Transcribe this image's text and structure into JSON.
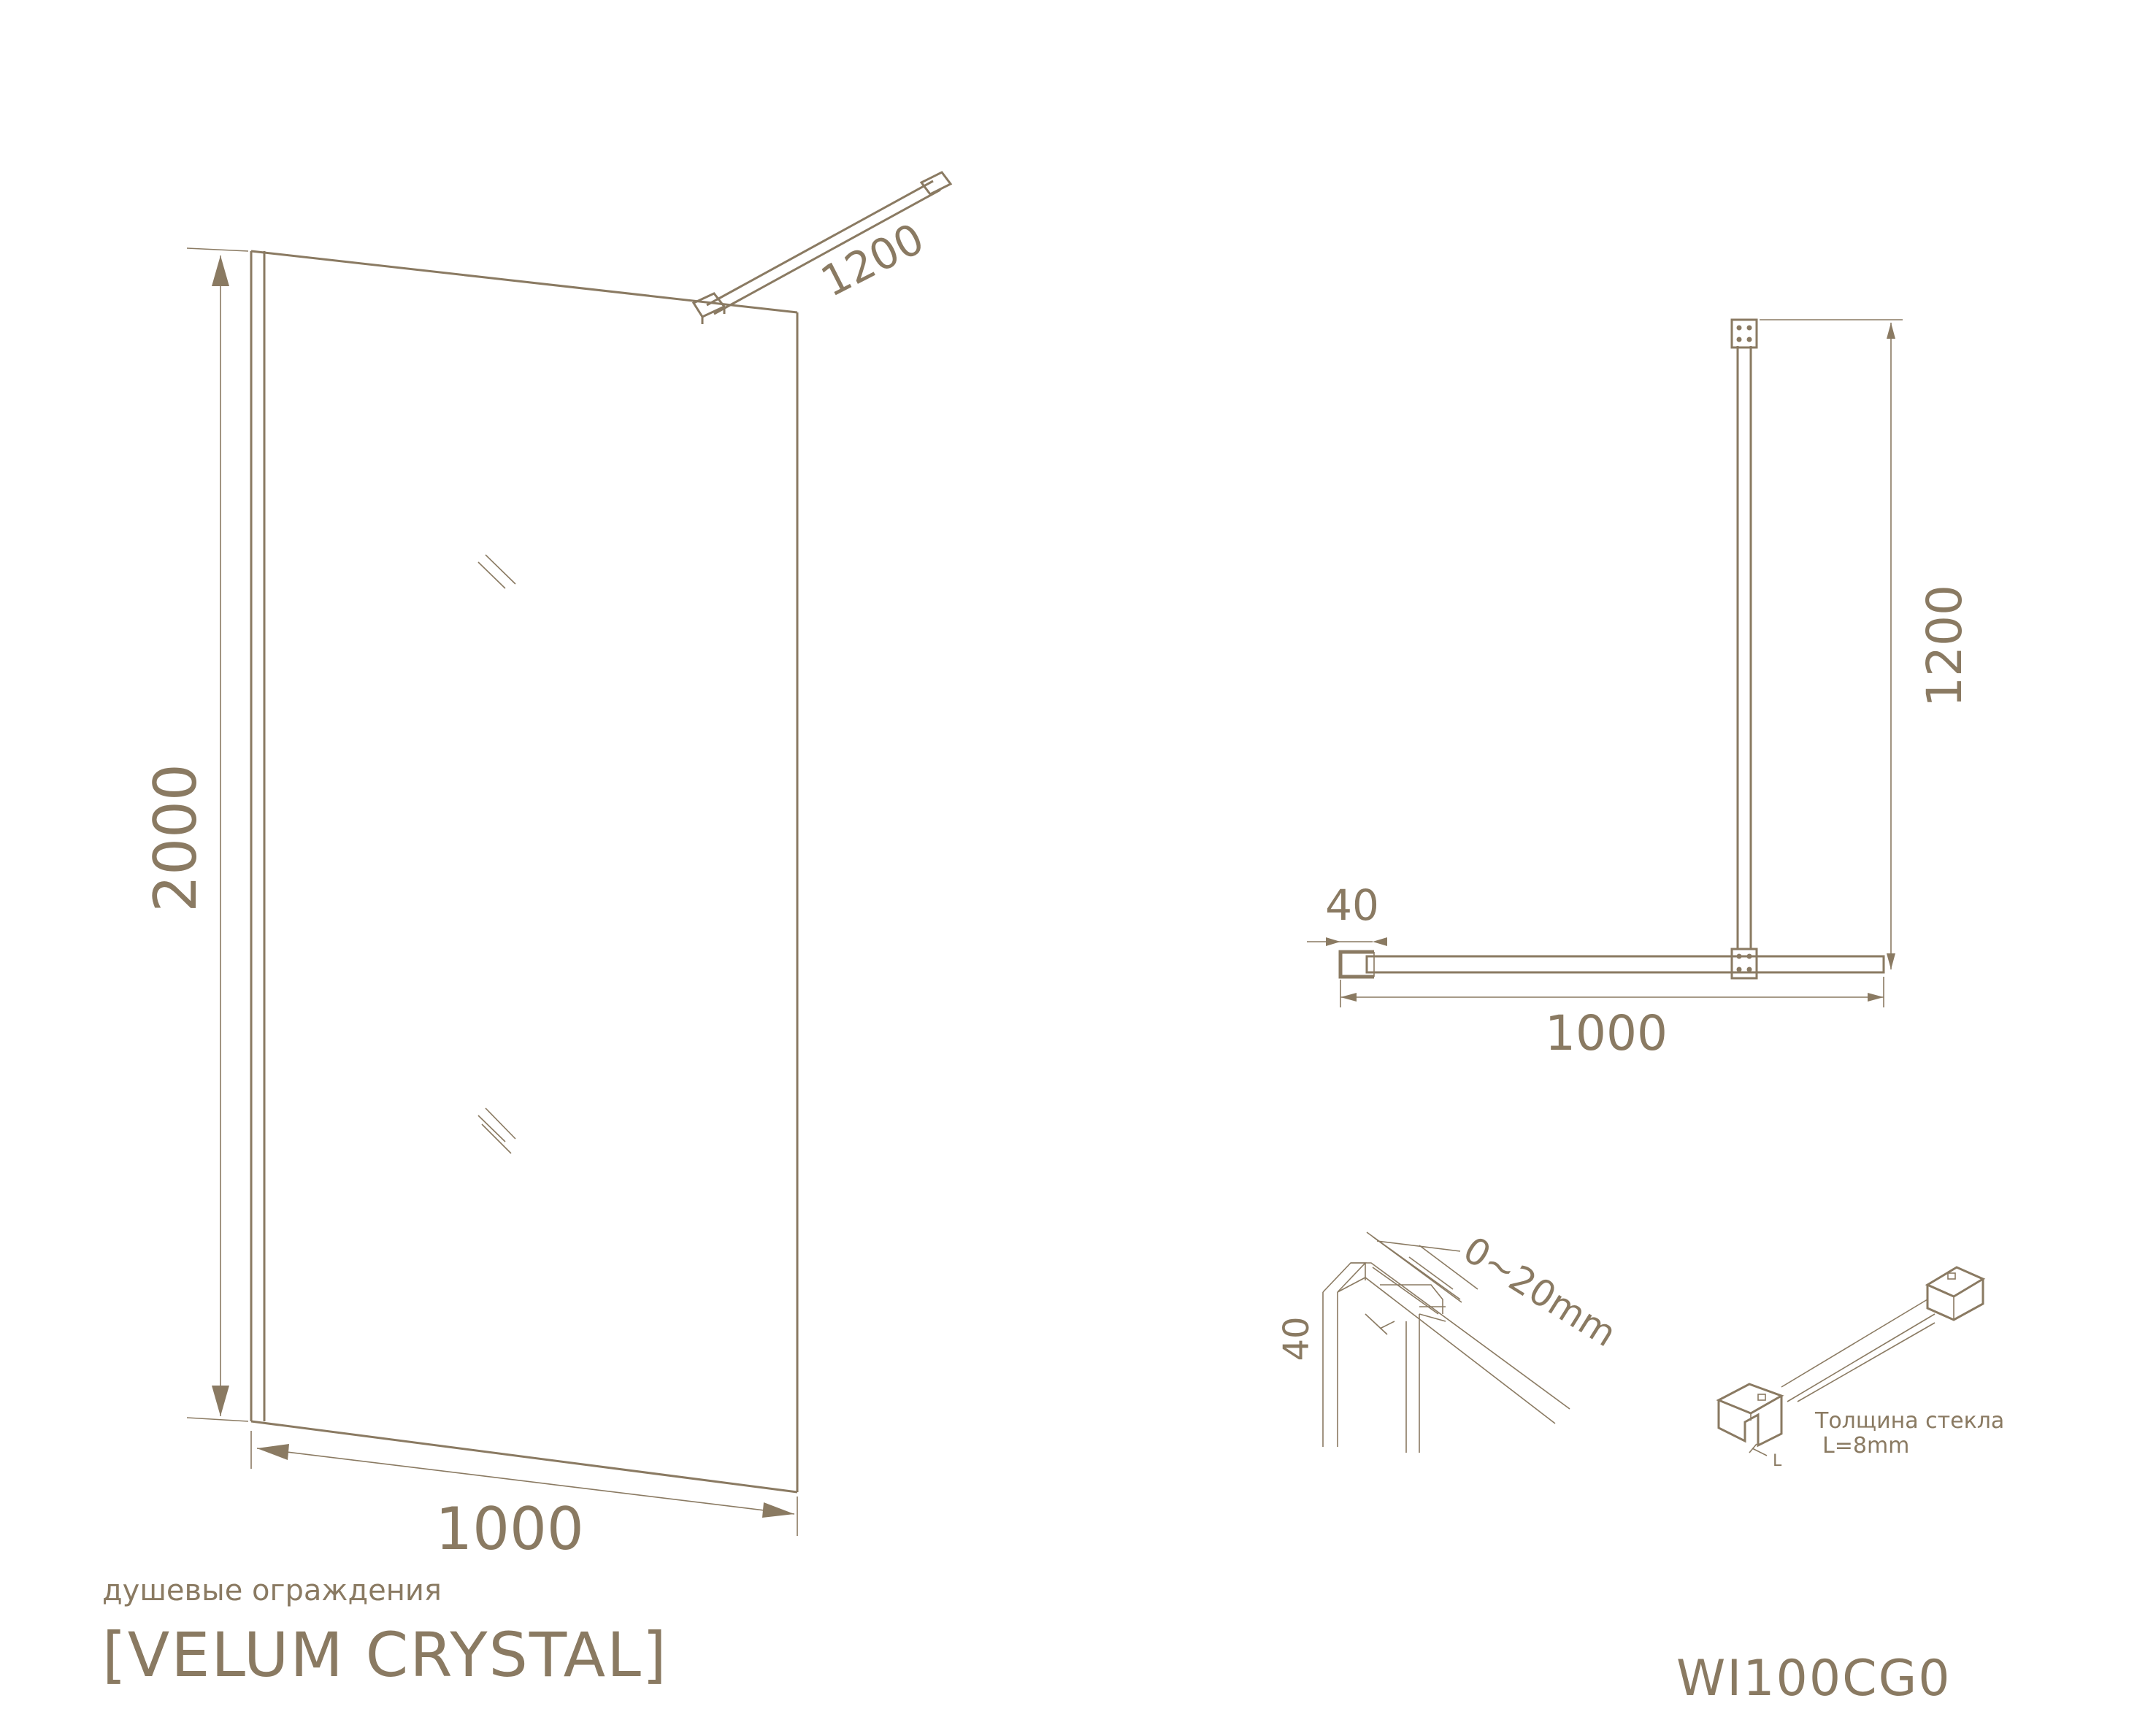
{
  "left_view": {
    "height_dim": "2000",
    "width_dim": "1000",
    "bar_dim": "1200"
  },
  "plan_view": {
    "bar_dim": "1200",
    "width_dim": "1000",
    "profile_dim": "40"
  },
  "profile_detail": {
    "depth_dim": "40",
    "adjust_dim": "0~20mm"
  },
  "bracket_detail": {
    "glass_thickness_label": "Толщина стекла",
    "glass_thickness_value": "L=8mm",
    "thickness_symbol": "L"
  },
  "brand": {
    "subtitle": "душевые ограждения",
    "title": "[VELUM CRYSTAL]",
    "model_code": "WI100CG0"
  },
  "colors": {
    "line": "#8a7a62",
    "background": "#ffffff"
  }
}
